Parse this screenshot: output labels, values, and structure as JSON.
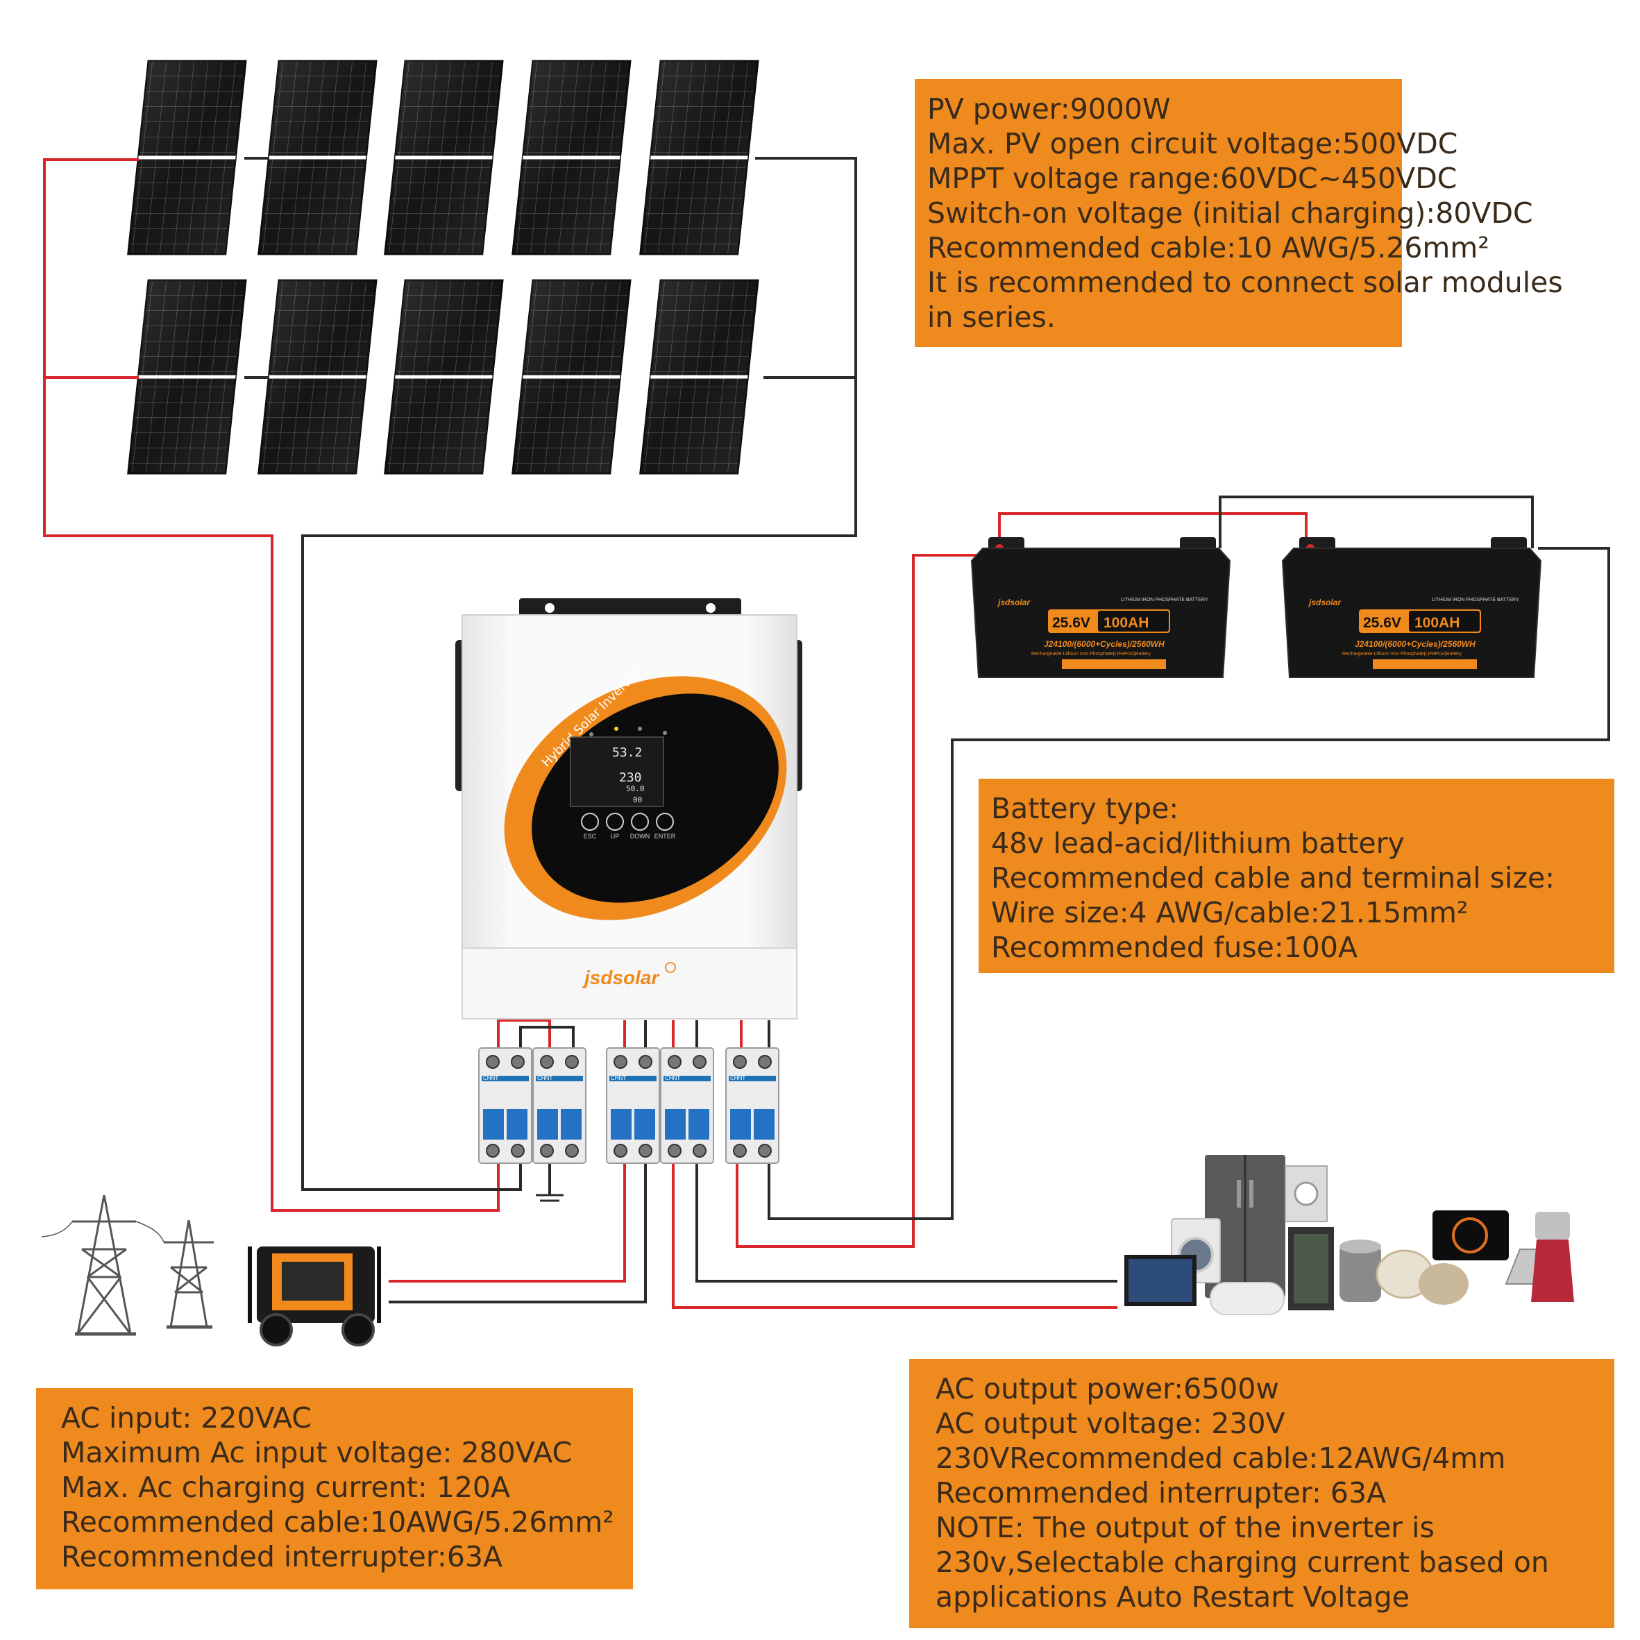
{
  "pv_info": {
    "lines": [
      "PV power:9000W",
      "Max. PV open circuit voltage:500VDC",
      "MPPT voltage range:60VDC~450VDC",
      "Switch-on voltage (initial charging):80VDC",
      "Recommended cable:10 AWG/5.26mm²",
      "It is recommended to connect solar modules",
      "in series."
    ]
  },
  "battery_info": {
    "lines": [
      "Battery type:",
      "48v lead-acid/lithium battery",
      "Recommended cable and terminal size:",
      "Wire size:4 AWG/cable:21.15mm²",
      "Recommended fuse:100A"
    ]
  },
  "ac_input_info": {
    "lines": [
      "AC input: 220VAC",
      "Maximum Ac input voltage: 280VAC",
      "Max.  Ac charging current: 120A",
      "Recommended cable:10AWG/5.26mm²",
      "Recommended interrupter:63A"
    ]
  },
  "ac_output_info": {
    "lines": [
      "AC output power:6500w",
      "AC output voltage: 230V",
      "230VRecommended cable:12AWG/4mm",
      "Recommended interrupter: 63A",
      "NOTE: The output of the inverter is",
      "230v,Selectable charging current based on",
      "applications Auto Restart Voltage"
    ]
  },
  "inverter": {
    "label": "Hybrid Solar Inverter",
    "brand": "jsdsolar",
    "lcd": {
      "top_reading": "53.2",
      "mid_reading": "230",
      "mid_sub": "50.0",
      "bottom_reading": "00"
    },
    "buttons": [
      "ESC",
      "UP",
      "DOWN",
      "ENTER"
    ]
  },
  "batteries": [
    {
      "brand": "jsdsolar",
      "type_label": "LITHIUM IRON PHOSPHATE BATTERY",
      "voltage": "25.6V",
      "capacity": "100AH",
      "model": "J24100/(6000+Cycles)/2560WH",
      "desc": "Rechargeable Lithium Iron Phosphate(LiFePO4)Battery"
    },
    {
      "brand": "jsdsolar",
      "type_label": "LITHIUM IRON PHOSPHATE BATTERY",
      "voltage": "25.6V",
      "capacity": "100AH",
      "model": "J24100/(6000+Cycles)/2560WH",
      "desc": "Rechargeable Lithium Iron Phosphate(LiFePO4)Battery"
    }
  ],
  "breaker_brand": "CHNT",
  "colors": {
    "info_box": "#ef8a1f",
    "wire_positive": "#d9262b",
    "wire_negative": "#2a2a2a",
    "inverter_accent": "#f08a1c"
  }
}
